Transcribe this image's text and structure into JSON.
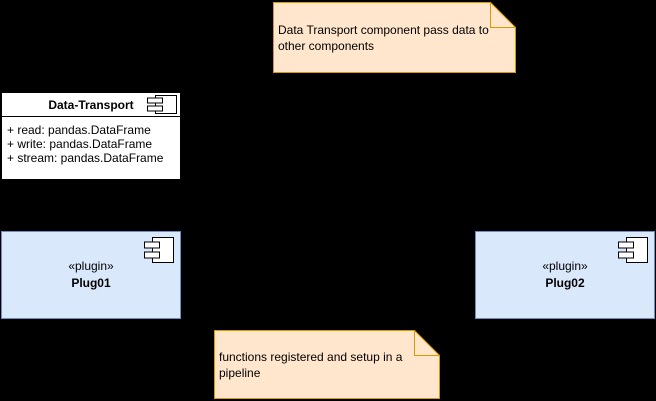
{
  "diagram": {
    "type": "uml-component-diagram",
    "background": "#000000"
  },
  "notes": {
    "top": {
      "text": "Data Transport component pass data to other components"
    },
    "bottom": {
      "text": "functions registered and setup in a pipeline"
    }
  },
  "component": {
    "title": "Data-Transport",
    "attributes": [
      "+ read: pandas.DataFrame",
      "+ write: pandas.DataFrame",
      "+ stream: pandas.DataFrame"
    ]
  },
  "plugins": [
    {
      "stereotype": "«plugin»",
      "name": "Plug01"
    },
    {
      "stereotype": "«plugin»",
      "name": "Plug02"
    }
  ],
  "colors": {
    "note_fill": "#FFE6CC",
    "note_stroke": "#D79B00",
    "plugin_fill": "#DAE8FC",
    "plugin_stroke": "#6C8EBF",
    "component_fill": "#FFFFFF",
    "component_stroke": "#000000",
    "text": "#000000",
    "canvas_background": "#000000"
  }
}
